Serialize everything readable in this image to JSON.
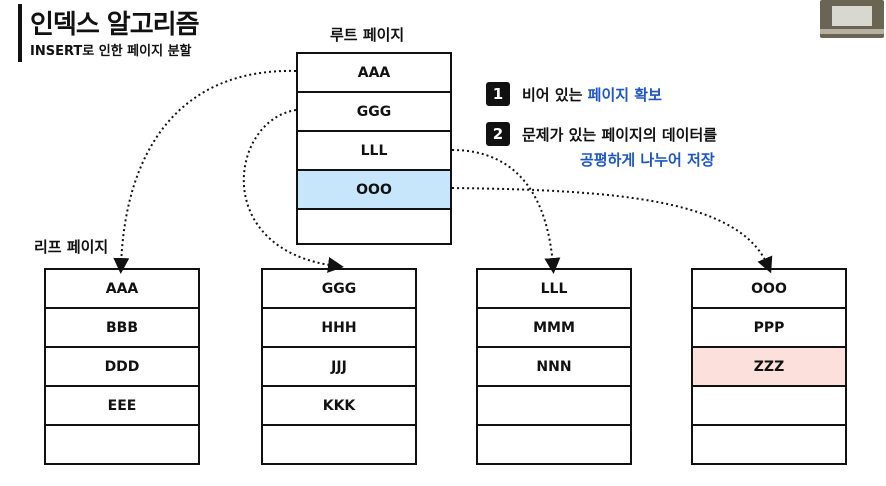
{
  "header": {
    "title": "인덱스 알고리즘",
    "subtitle": "INSERT로 인한 페이지 분할"
  },
  "root": {
    "label": "루트 페이지",
    "cells": [
      "AAA",
      "GGG",
      "LLL",
      "OOO",
      ""
    ]
  },
  "leaf_label": "리프 페이지",
  "leaves": [
    {
      "cells": [
        "AAA",
        "BBB",
        "DDD",
        "EEE",
        ""
      ]
    },
    {
      "cells": [
        "GGG",
        "HHH",
        "JJJ",
        "KKK",
        ""
      ]
    },
    {
      "cells": [
        "LLL",
        "MMM",
        "NNN",
        "",
        ""
      ]
    },
    {
      "cells": [
        "OOO",
        "PPP",
        "ZZZ",
        "",
        ""
      ]
    }
  ],
  "notes": {
    "step1": {
      "number": "1",
      "text": "비어 있는 ",
      "highlight": "페이지 확보"
    },
    "step2": {
      "number": "2",
      "text": "문제가 있는 페이지의 데이터를",
      "highlight": "공평하게 나누어 저장"
    }
  },
  "colors": {
    "root_highlight": "#c7e6fb",
    "leaf_highlight": "#fbe0dc",
    "accent_blue": "#1c56c9"
  }
}
